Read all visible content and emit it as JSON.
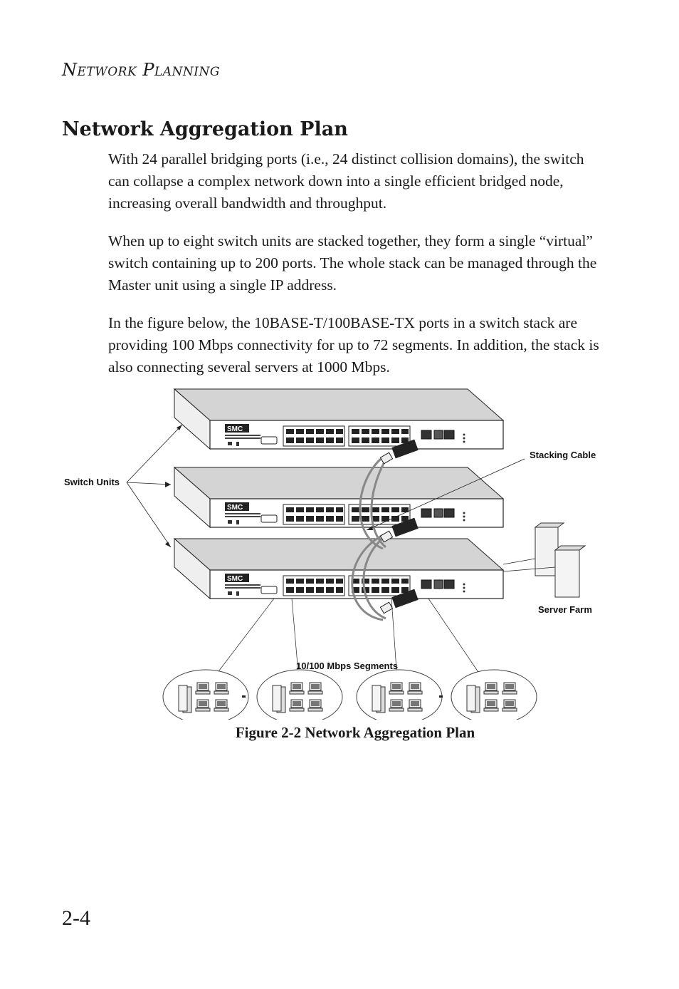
{
  "header": {
    "running_head_cap1": "N",
    "running_head_rest1": "ETWORK",
    "running_head_cap2": "P",
    "running_head_rest2": "LANNING"
  },
  "section": {
    "title": "Network Aggregation Plan",
    "paragraphs": [
      "With 24 parallel bridging ports (i.e., 24 distinct collision domains), the switch can collapse a complex network down into a single efficient bridged node, increasing overall bandwidth and throughput.",
      "When up to eight switch units are stacked together, they form a single “virtual” switch containing up to 200 ports. The whole stack can be managed through the Master unit using a single IP address.",
      "In the figure below, the 10BASE-T/100BASE-TX ports in a switch stack are providing 100 Mbps connectivity for up to 72 segments. In addition, the stack is also connecting several servers at 1000 Mbps."
    ]
  },
  "figure": {
    "labels": {
      "switch_units": "Switch Units",
      "stacking_cable": "Stacking Cable",
      "server_farm": "Server Farm",
      "segments": "10/100 Mbps Segments"
    },
    "switch_brand": "SMC",
    "caption": "Figure 2-2  Network Aggregation Plan"
  },
  "footer": {
    "page_number": "2-4"
  }
}
